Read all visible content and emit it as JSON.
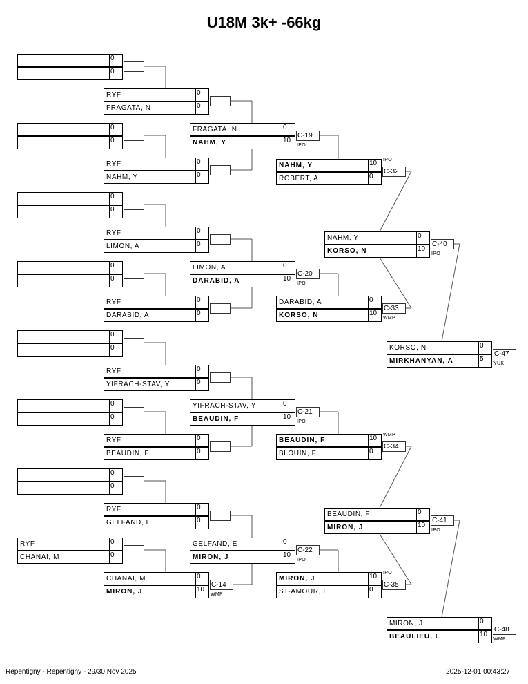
{
  "title": "U18M 3k+ -66kg",
  "footer": {
    "event": "Repentigny - Repentigny - 29/30 Nov 2025",
    "timestamp": "2025-12-01 00:43:27"
  },
  "matches": [
    {
      "id": "r1-1",
      "a": {
        "name": "",
        "score": "0"
      },
      "b": {
        "name": "",
        "score": "0"
      }
    },
    {
      "id": "r2-1",
      "a": {
        "name": "RYF",
        "score": "0"
      },
      "b": {
        "name": "FRAGATA, N",
        "score": "0"
      }
    },
    {
      "id": "r1-2",
      "a": {
        "name": "",
        "score": "0"
      },
      "b": {
        "name": "",
        "score": "0"
      }
    },
    {
      "id": "r2-2",
      "a": {
        "name": "RYF",
        "score": "0"
      },
      "b": {
        "name": "NAHM, Y",
        "score": "0"
      }
    },
    {
      "id": "r3-1",
      "a": {
        "name": "FRAGATA, N",
        "score": "0"
      },
      "b": {
        "name": "NAHM, Y",
        "score": "10",
        "winner": true
      },
      "code": "C-19",
      "tag": "IPO"
    },
    {
      "id": "r4-1",
      "a": {
        "name": "NAHM, Y",
        "score": "10",
        "winner": true
      },
      "b": {
        "name": "ROBERT, A",
        "score": "0"
      },
      "code": "C-32",
      "tag": "IPO"
    },
    {
      "id": "r1-3",
      "a": {
        "name": "",
        "score": "0"
      },
      "b": {
        "name": "",
        "score": "0"
      }
    },
    {
      "id": "r2-3",
      "a": {
        "name": "RYF",
        "score": "0"
      },
      "b": {
        "name": "LIMON, A",
        "score": "0"
      }
    },
    {
      "id": "r1-4",
      "a": {
        "name": "",
        "score": "0"
      },
      "b": {
        "name": "",
        "score": "0"
      }
    },
    {
      "id": "r2-4",
      "a": {
        "name": "RYF",
        "score": "0"
      },
      "b": {
        "name": "DARABID, A",
        "score": "0"
      }
    },
    {
      "id": "r3-2",
      "a": {
        "name": "LIMON, A",
        "score": "0"
      },
      "b": {
        "name": "DARABID, A",
        "score": "10",
        "winner": true
      },
      "code": "C-20",
      "tag": "IPO"
    },
    {
      "id": "r4-2",
      "a": {
        "name": "DARABID, A",
        "score": "0"
      },
      "b": {
        "name": "KORSO, N",
        "score": "10",
        "winner": true
      },
      "code": "C-33",
      "tag": "WMP"
    },
    {
      "id": "r5-1",
      "a": {
        "name": "NAHM, Y",
        "score": "0"
      },
      "b": {
        "name": "KORSO, N",
        "score": "10",
        "winner": true
      },
      "code": "C-40",
      "tag": "IPO"
    },
    {
      "id": "r6-1",
      "a": {
        "name": "KORSO, N",
        "score": "0"
      },
      "b": {
        "name": "MIRKHANYAN, A",
        "score": "5",
        "winner": true
      },
      "code": "C-47",
      "tag": "YUK"
    },
    {
      "id": "r1-5",
      "a": {
        "name": "",
        "score": "0"
      },
      "b": {
        "name": "",
        "score": "0"
      }
    },
    {
      "id": "r2-5",
      "a": {
        "name": "RYF",
        "score": "0"
      },
      "b": {
        "name": "YIFRACH-STAV, Y",
        "score": "0"
      }
    },
    {
      "id": "r1-6",
      "a": {
        "name": "",
        "score": "0"
      },
      "b": {
        "name": "",
        "score": "0"
      }
    },
    {
      "id": "r2-6",
      "a": {
        "name": "RYF",
        "score": "0"
      },
      "b": {
        "name": "BEAUDIN, F",
        "score": "0"
      }
    },
    {
      "id": "r3-3",
      "a": {
        "name": "YIFRACH-STAV, Y",
        "score": "0"
      },
      "b": {
        "name": "BEAUDIN, F",
        "score": "10",
        "winner": true
      },
      "code": "C-21",
      "tag": "IPO"
    },
    {
      "id": "r4-3",
      "a": {
        "name": "BEAUDIN, F",
        "score": "10",
        "winner": true
      },
      "b": {
        "name": "BLOUIN, F",
        "score": "0"
      },
      "code": "C-34",
      "tag": "WMP"
    },
    {
      "id": "r1-7",
      "a": {
        "name": "",
        "score": "0"
      },
      "b": {
        "name": "",
        "score": "0"
      }
    },
    {
      "id": "r2-7",
      "a": {
        "name": "RYF",
        "score": "0"
      },
      "b": {
        "name": "GELFAND, E",
        "score": "0"
      }
    },
    {
      "id": "r1-8",
      "a": {
        "name": "RYF",
        "score": "0"
      },
      "b": {
        "name": "CHANAI, M",
        "score": "0"
      }
    },
    {
      "id": "r2-8",
      "a": {
        "name": "CHANAI, M",
        "score": "0"
      },
      "b": {
        "name": "MIRON, J",
        "score": "10",
        "winner": true
      },
      "code": "C-14",
      "tag": "WMP"
    },
    {
      "id": "r3-4",
      "a": {
        "name": "GELFAND, E",
        "score": "0"
      },
      "b": {
        "name": "MIRON, J",
        "score": "10",
        "winner": true
      },
      "code": "C-22",
      "tag": "IPO"
    },
    {
      "id": "r4-4",
      "a": {
        "name": "MIRON, J",
        "score": "10",
        "winner": true
      },
      "b": {
        "name": "ST-AMOUR, L",
        "score": "0"
      },
      "code": "C-35",
      "tag": "IPO"
    },
    {
      "id": "r5-2",
      "a": {
        "name": "BEAUDIN, F",
        "score": "0"
      },
      "b": {
        "name": "MIRON, J",
        "score": "10",
        "winner": true
      },
      "code": "C-41",
      "tag": "IPO"
    },
    {
      "id": "r6-2",
      "a": {
        "name": "MIRON, J",
        "score": "0"
      },
      "b": {
        "name": "BEAULIEU, L",
        "score": "10",
        "winner": true
      },
      "code": "C-48",
      "tag": "WMP"
    }
  ]
}
